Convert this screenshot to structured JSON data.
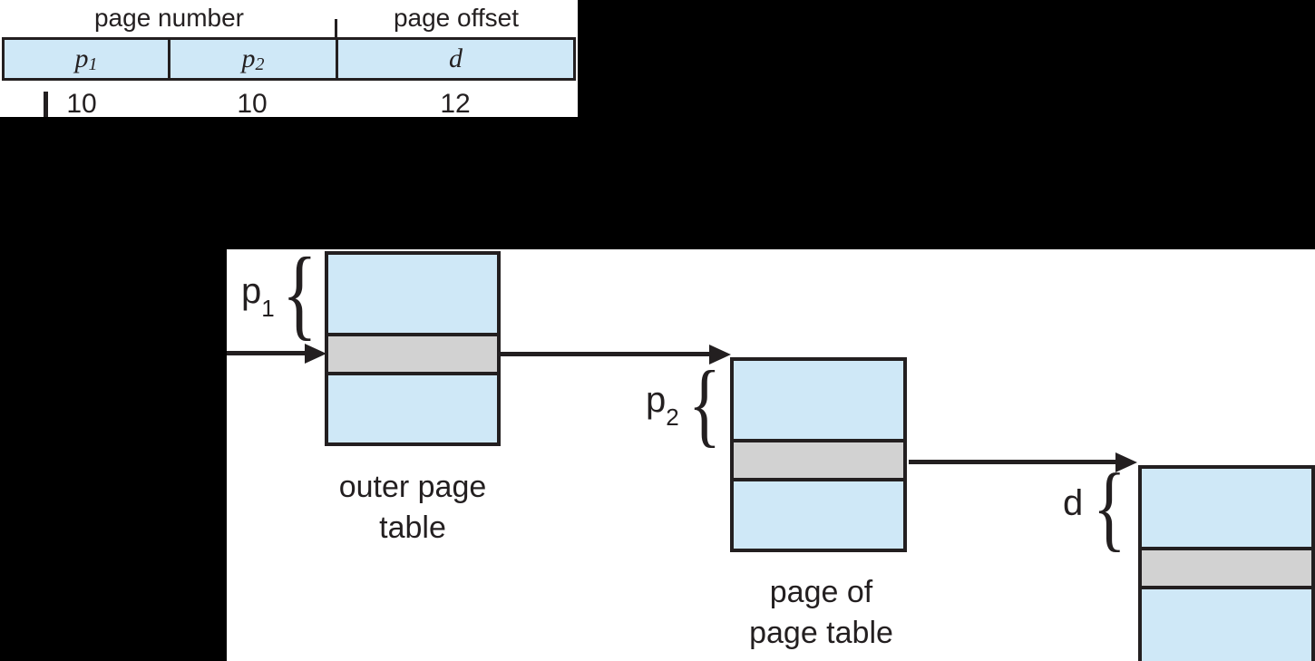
{
  "address_format": {
    "headers": {
      "page_number": "page number",
      "page_offset": "page offset"
    },
    "fields": [
      {
        "base": "p",
        "sub": "1",
        "bits": "10"
      },
      {
        "base": "p",
        "sub": "2",
        "bits": "10"
      },
      {
        "base": "d",
        "sub": "",
        "bits": "12"
      }
    ]
  },
  "diagram": {
    "outer_table_label": {
      "line1": "outer page",
      "line2": "table"
    },
    "page_table_label": {
      "line1": "page of",
      "line2": "page table"
    },
    "index_labels": [
      {
        "base": "p",
        "sub": "1"
      },
      {
        "base": "p",
        "sub": "2"
      },
      {
        "base": "d",
        "sub": ""
      }
    ],
    "brace": "{"
  },
  "colors": {
    "background": "#000000",
    "panel": "#ffffff",
    "row_blue": "#cfe8f7",
    "row_gray": "#d2d2d2",
    "line": "#231f20",
    "text": "#231f20"
  }
}
